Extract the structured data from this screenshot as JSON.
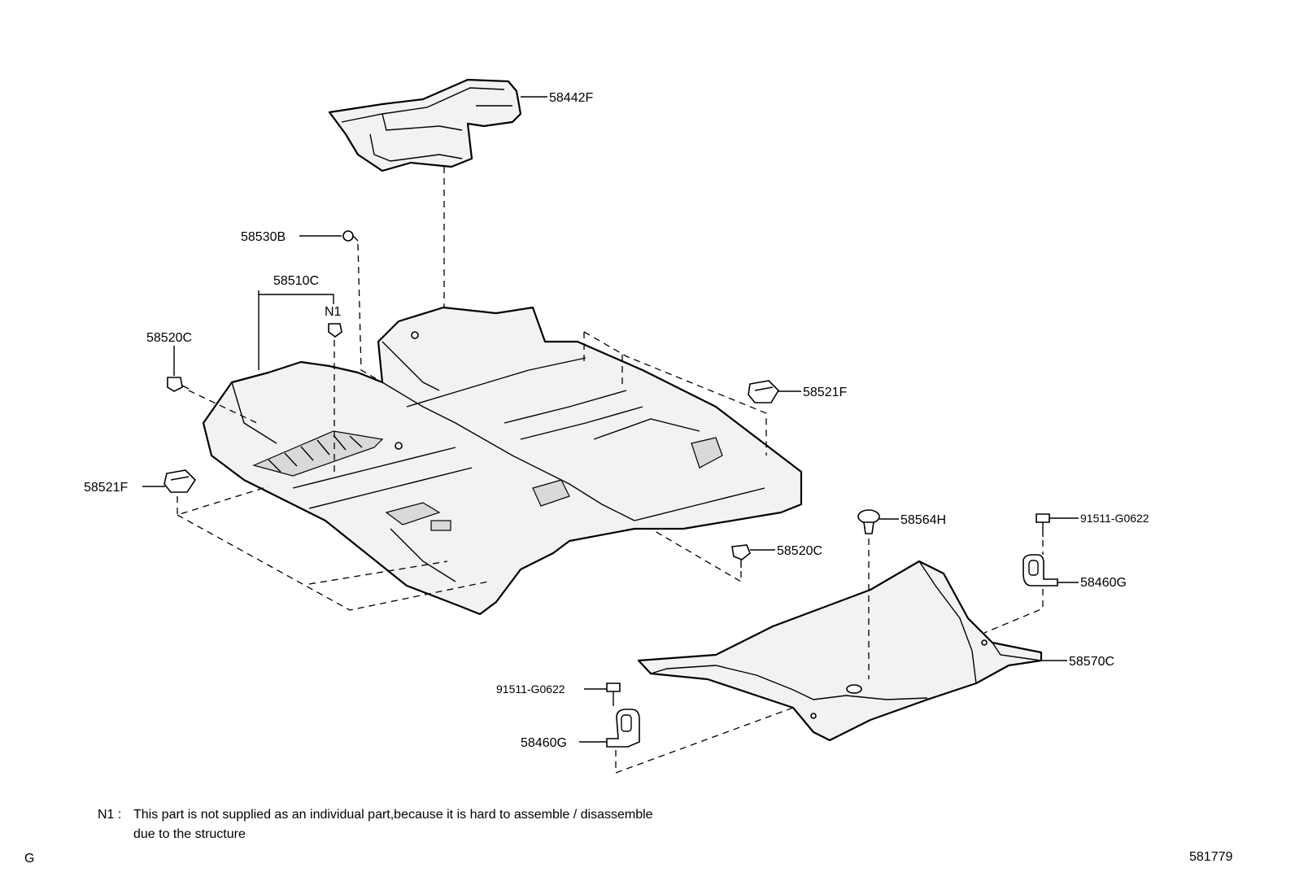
{
  "callouts": {
    "c58442F": "58442F",
    "c58530B": "58530B",
    "c58510C": "58510C",
    "cN1": "N1",
    "c58520C_left": "58520C",
    "c58521F_right": "58521F",
    "c58521F_left": "58521F",
    "c58564H": "58564H",
    "c91511_right": "91511-G0622",
    "c58520C_mid": "58520C",
    "c58460G_right": "58460G",
    "c58570C": "58570C",
    "c91511_left": "91511-G0622",
    "c58460G_left": "58460G"
  },
  "footnote": {
    "marker": "N1 :",
    "line1": "This part is not supplied as an individual part,because it is hard to assemble / disassemble",
    "line2": "due to the structure"
  },
  "footer": {
    "corner_letter": "G",
    "illustration_number": "581779"
  }
}
